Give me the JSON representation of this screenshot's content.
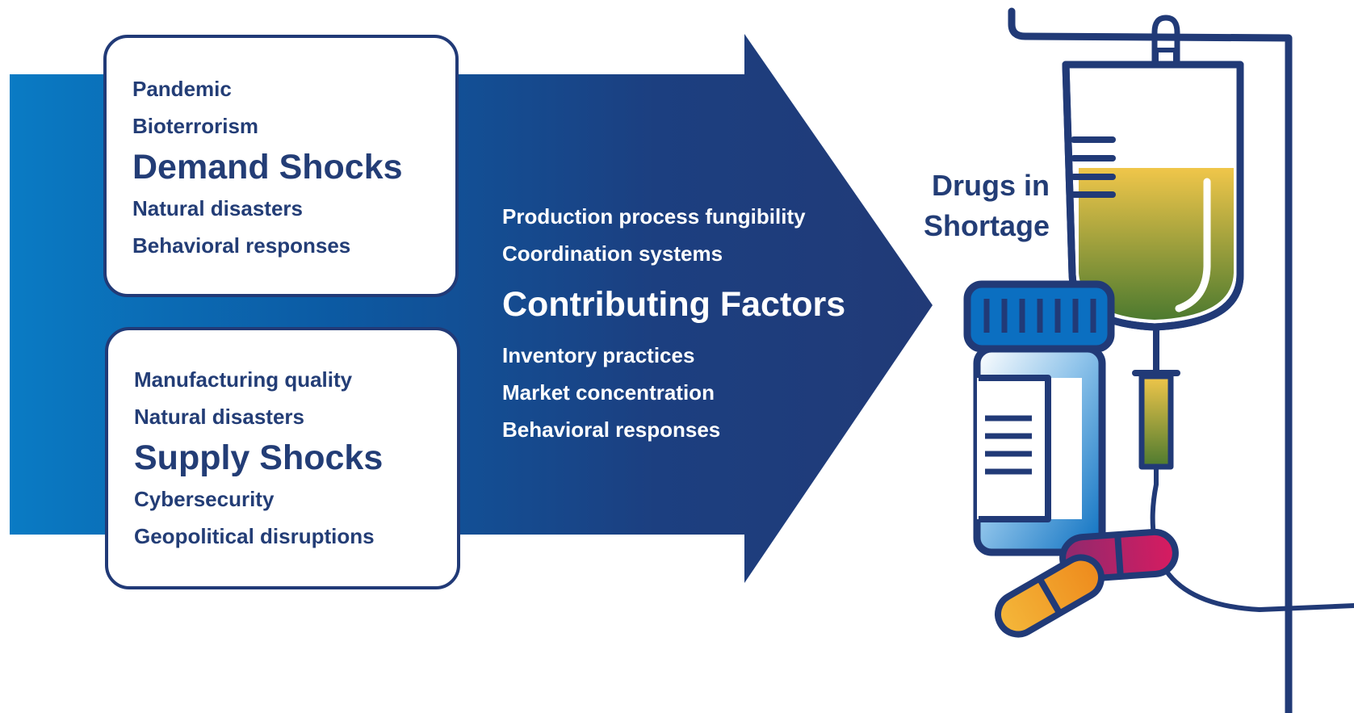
{
  "colors": {
    "navy": "#213a77",
    "band_left": "#0a7bc4",
    "band_right": "#213a77",
    "fluid_top": "#f0c64a",
    "fluid_bottom": "#4d7a2f",
    "pill_orange": "#f39a1f",
    "pill_magenta": "#c2185b"
  },
  "demand_shocks": {
    "title": "Demand Shocks",
    "items_before": [
      "Pandemic",
      "Bioterrorism"
    ],
    "items_after": [
      "Natural disasters",
      "Behavioral responses"
    ]
  },
  "supply_shocks": {
    "title": "Supply Shocks",
    "items_before": [
      "Manufacturing quality",
      "Natural disasters"
    ],
    "items_after": [
      "Cybersecurity",
      "Geopolitical disruptions"
    ]
  },
  "contributing_factors": {
    "title": "Contributing Factors",
    "items_before": [
      "Production process fungibility",
      "Coordination systems"
    ],
    "items_after": [
      "Inventory practices",
      "Market concentration",
      "Behavioral responses"
    ]
  },
  "outcome": {
    "line1": "Drugs in",
    "line2": "Shortage"
  },
  "icons": [
    "iv-bag-icon",
    "pill-bottle-icon",
    "capsule-icon"
  ]
}
